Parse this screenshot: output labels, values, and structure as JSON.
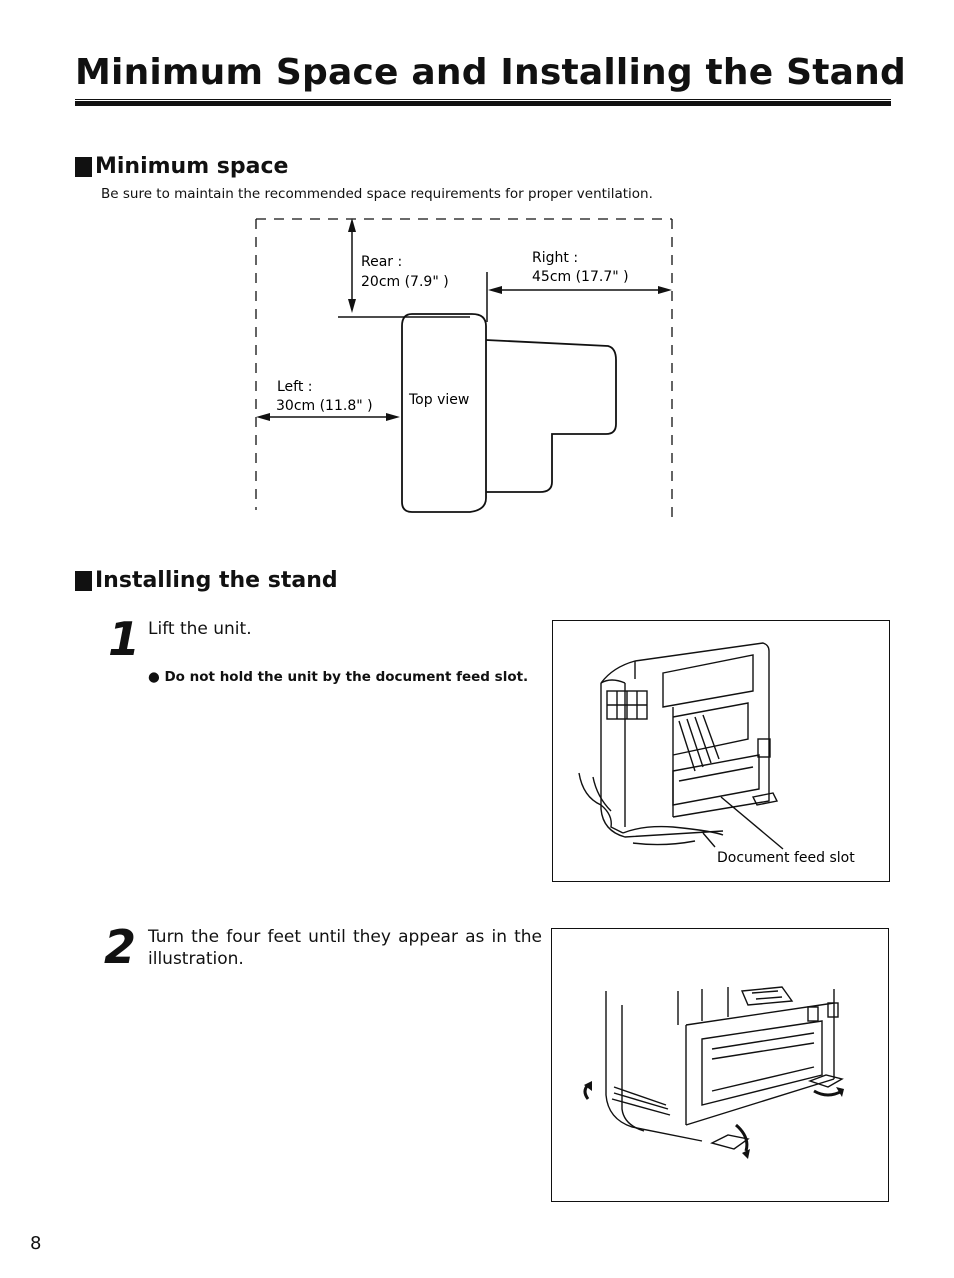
{
  "page": {
    "title": "Minimum Space and Installing the Stand",
    "page_number": "8"
  },
  "minimum_space": {
    "heading": "Minimum space",
    "intro": "Be sure to maintain the recommended space requirements for proper ventilation.",
    "diagram": {
      "rear_label": "Rear :",
      "rear_value": "20cm (7.9\" )",
      "right_label": "Right :",
      "right_value": "45cm (17.7\" )",
      "left_label": "Left :",
      "left_value": "30cm (11.8\" )",
      "center_label": "Top view"
    }
  },
  "installing_stand": {
    "heading": "Installing the stand",
    "steps": [
      {
        "number": "1",
        "text": "Lift the unit.",
        "note": "● Do not hold the unit by the document feed slot.",
        "figure_caption": "Document feed slot"
      },
      {
        "number": "2",
        "text": "Turn the four feet until they appear as in the illustration."
      }
    ]
  }
}
